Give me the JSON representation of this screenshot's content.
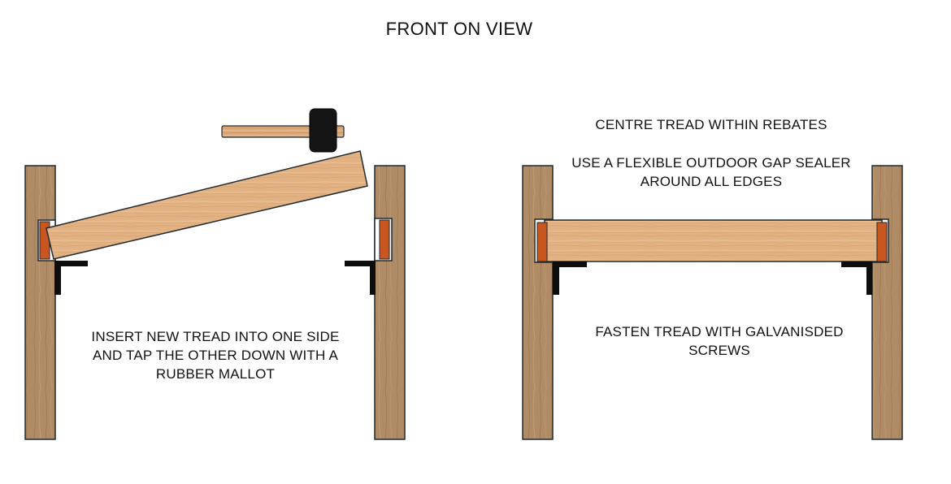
{
  "title": "FRONT ON VIEW",
  "left_panel": {
    "instruction_lines": [
      "INSERT NEW TREAD INTO ONE SIDE",
      "AND TAP THE OTHER DOWN WITH A",
      "RUBBER MALLOT"
    ]
  },
  "right_panel": {
    "centre_note": "CENTRE TREAD WITHIN REBATES",
    "sealer_lines": [
      "USE A FLEXIBLE OUTDOOR GAP SEALER",
      "AROUND ALL EDGES"
    ],
    "fasten_lines": [
      "FASTEN TREAD WITH GALVANISDED",
      "SCREWS"
    ]
  },
  "colors": {
    "post_wood": "#b08c66",
    "tread_wood": "#e3b284",
    "rebate_orange": "#c8561e",
    "outline": "#1f2a30",
    "bracket": "#0d0d0d",
    "mallet_head": "#151515"
  },
  "icons": {
    "mallet": "rubber-mallet-icon"
  }
}
